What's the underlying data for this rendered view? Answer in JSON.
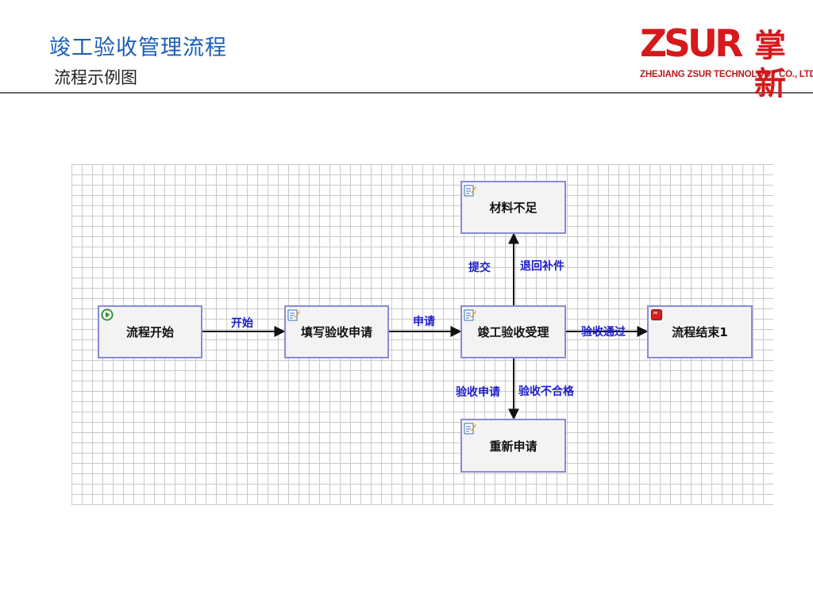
{
  "header": {
    "title": "竣工验收管理流程",
    "subtitle": "流程示例图"
  },
  "logo": {
    "mark": "ZSUR",
    "cn": "掌新",
    "en": "ZHEJIANG ZSUR TECHNOLOGY CO., LTD"
  },
  "diagram": {
    "nodes": {
      "start": "流程开始",
      "fill": "填写验收申请",
      "accept": "竣工验收受理",
      "material": "材料不足",
      "reapply": "重新申请",
      "end": "流程结束1"
    },
    "edges": {
      "begin": "开始",
      "apply": "申请",
      "pass": "验收通过",
      "submit": "提交",
      "return": "退回补件",
      "acc_apply": "验收申请",
      "fail": "验收不合格"
    }
  }
}
